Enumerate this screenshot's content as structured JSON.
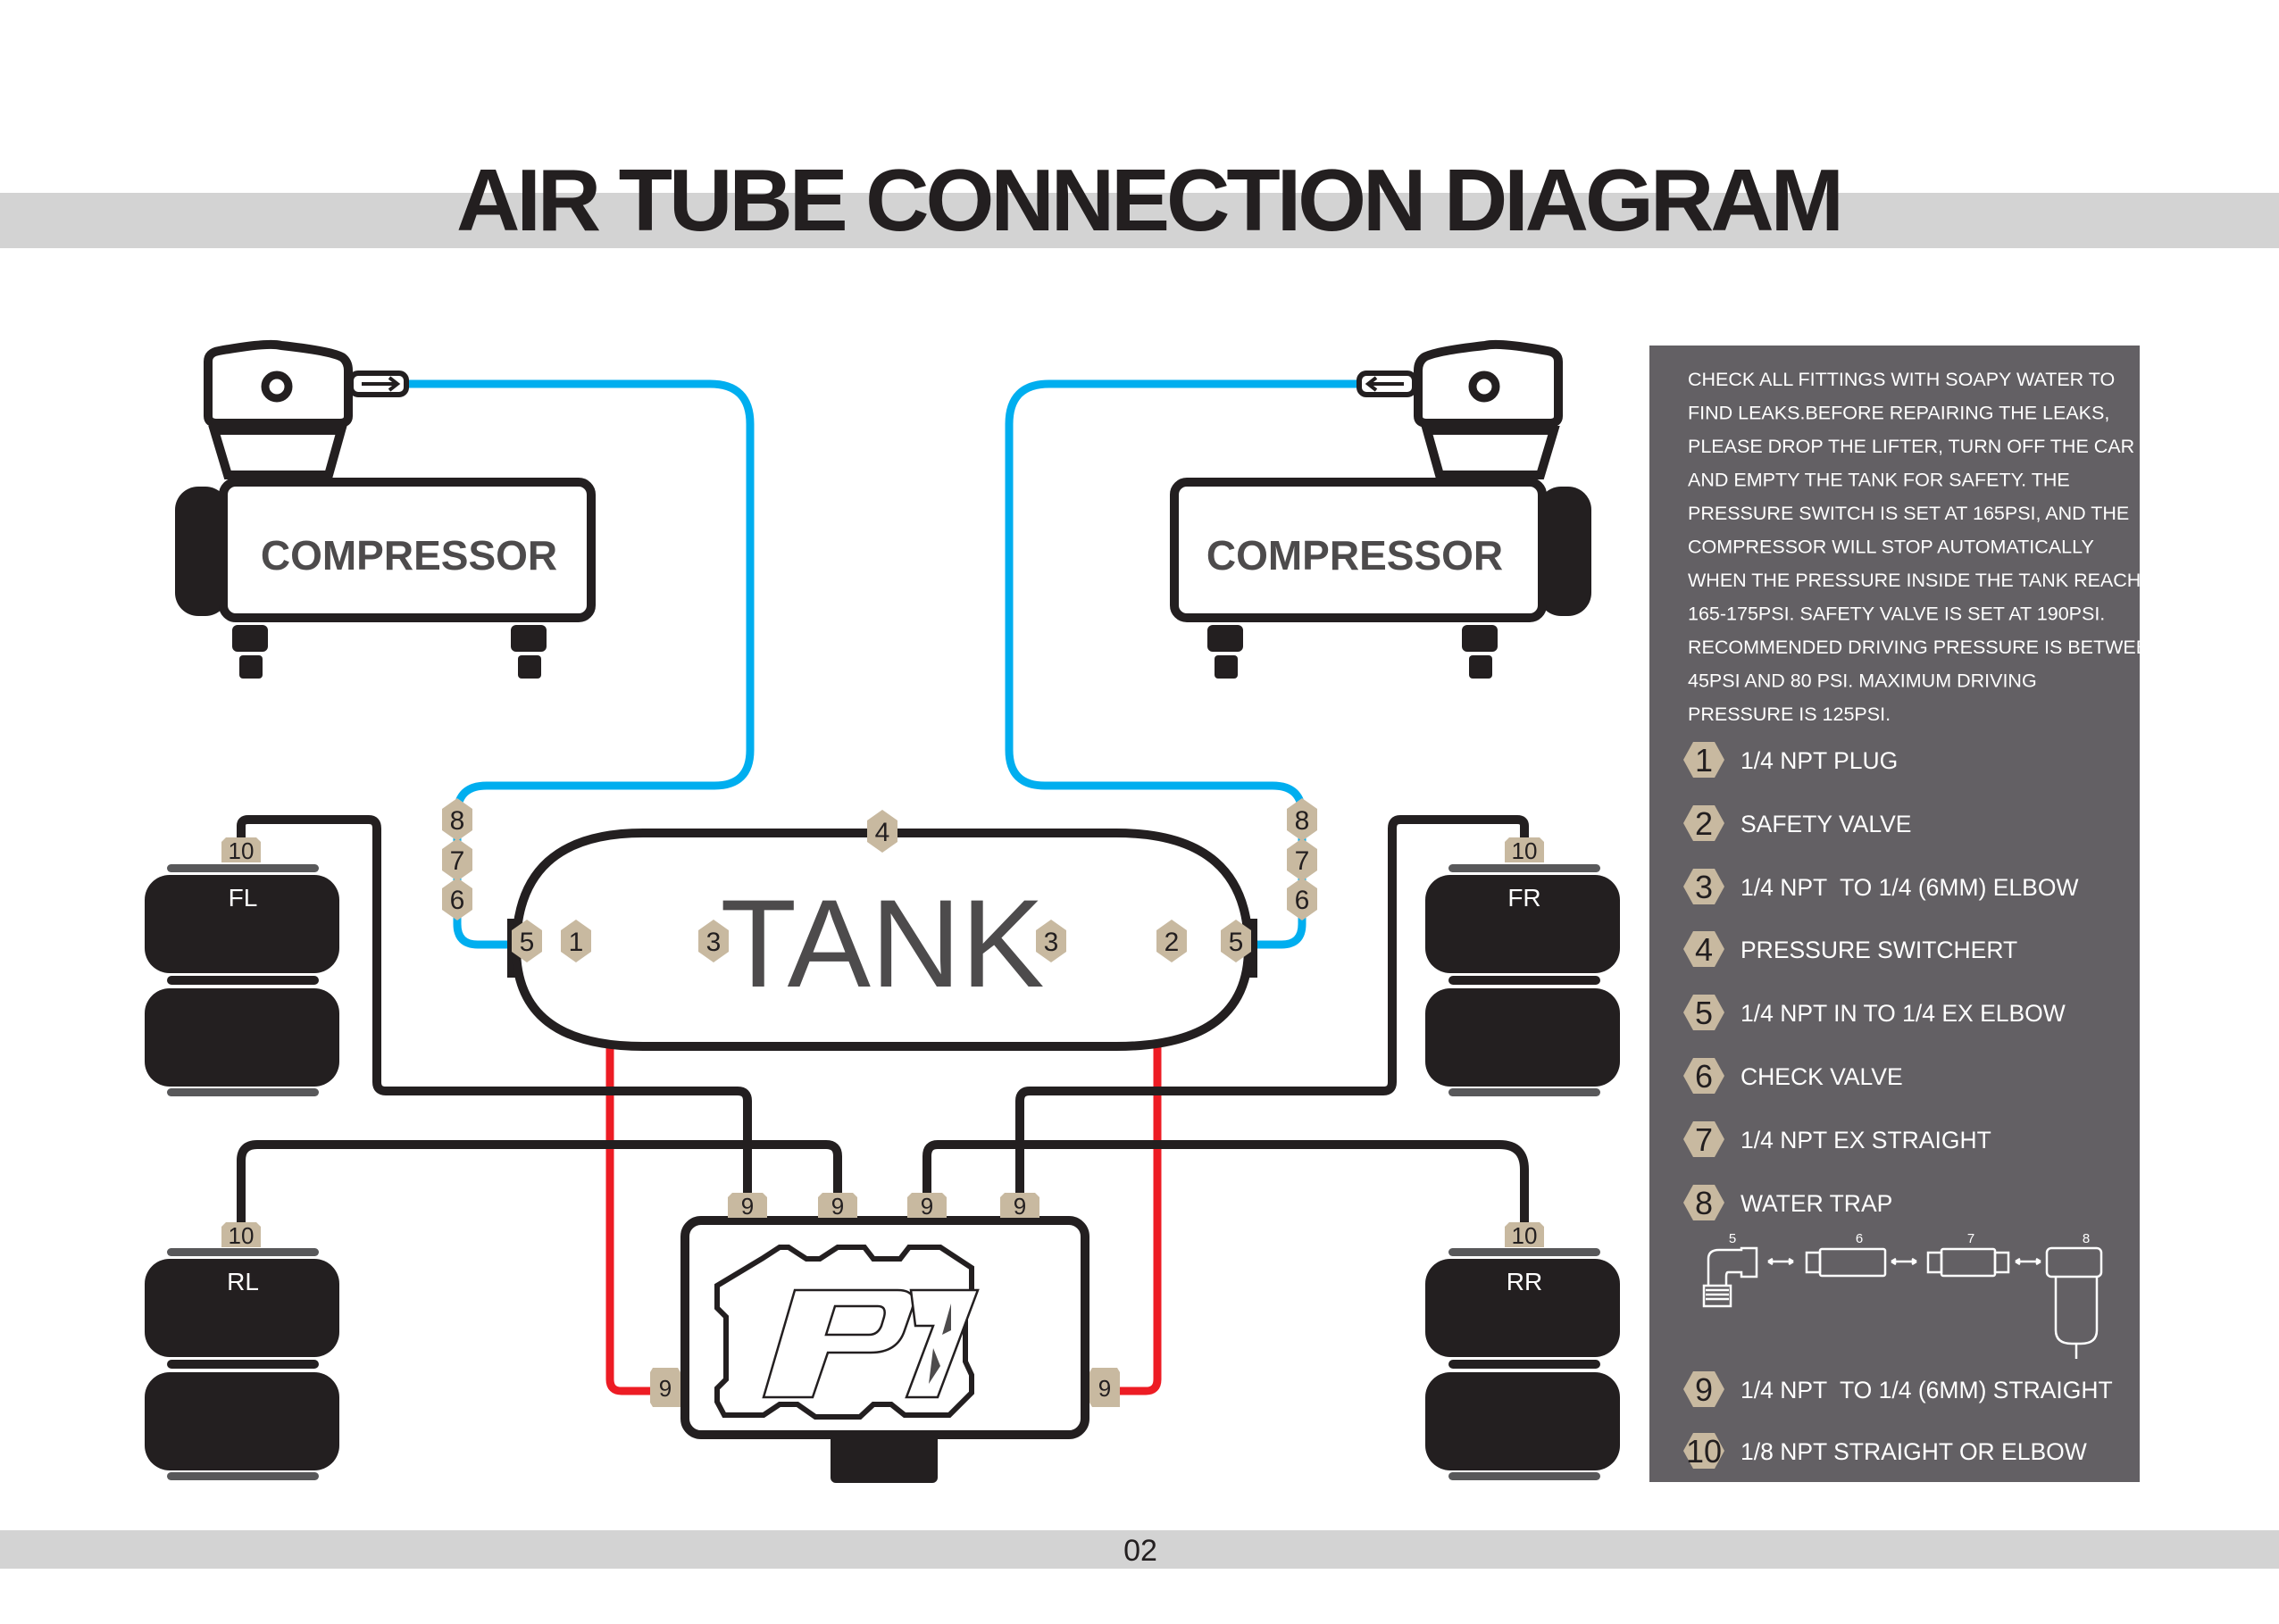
{
  "header": {
    "title": "AIR TUBE CONNECTION DIAGRAM"
  },
  "footer": {
    "page_number": "02"
  },
  "colors": {
    "supply_line": "#00aeef",
    "tank_to_manifold_line": "#ed1c24",
    "bag_line": "#231f20",
    "fitting_tag": "#c8b9a0",
    "panel_bg": "#636064",
    "band_gray": "#d3d3d3"
  },
  "diagram": {
    "compressor_left": {
      "label": "COMPRESSOR"
    },
    "compressor_right": {
      "label": "COMPRESSOR"
    },
    "tank": {
      "label": "TANK"
    },
    "manifold": {
      "label": "P1"
    },
    "bags": {
      "fl": "FL",
      "fr": "FR",
      "rl": "RL",
      "rr": "RR"
    },
    "tags": {
      "left_chain": [
        "8",
        "7",
        "6"
      ],
      "right_chain": [
        "8",
        "7",
        "6"
      ],
      "tank_top": "4",
      "tank_left_elbow": "5",
      "tank_right_elbow": "5",
      "tank_plug": "1",
      "tank_safety": "2",
      "tank_out_left": "3",
      "tank_out_right": "3",
      "manifold_top": [
        "9",
        "9",
        "9",
        "9"
      ],
      "manifold_left": "9",
      "manifold_right": "9",
      "bag_fl": "10",
      "bag_fr": "10",
      "bag_rl": "10",
      "bag_rr": "10"
    }
  },
  "panel": {
    "note_lines": [
      "CHECK ALL FITTINGS WITH SOAPY WATER TO",
      "FIND LEAKS.BEFORE REPAIRING THE LEAKS,",
      "PLEASE DROP THE LIFTER, TURN OFF THE CAR",
      "AND EMPTY THE TANK FOR SAFETY. THE",
      "PRESSURE SWITCH IS SET AT 165PSI, AND THE",
      "COMPRESSOR WILL STOP AUTOMATICALLY",
      "WHEN THE PRESSURE INSIDE THE TANK REACHES",
      "165-175PSI. SAFETY VALVE IS SET AT 190PSI.",
      "RECOMMENDED DRIVING PRESSURE IS BETWEEN",
      "45PSI AND 80 PSI. MAXIMUM DRIVING",
      "PRESSURE IS 125PSI."
    ],
    "legend": [
      {
        "num": "1",
        "text": "1/4 NPT PLUG"
      },
      {
        "num": "2",
        "text": "SAFETY VALVE"
      },
      {
        "num": "3",
        "text": "1/4 NPT  TO 1/4 (6MM) ELBOW"
      },
      {
        "num": "4",
        "text": "PRESSURE SWITCHERT"
      },
      {
        "num": "5",
        "text": "1/4 NPT IN TO 1/4 EX ELBOW"
      },
      {
        "num": "6",
        "text": "CHECK VALVE"
      },
      {
        "num": "7",
        "text": "1/4 NPT EX STRAIGHT"
      },
      {
        "num": "8",
        "text": "WATER TRAP"
      },
      {
        "num": "9",
        "text": "1/4 NPT  TO 1/4 (6MM) STRAIGHT"
      },
      {
        "num": "10",
        "text": "1/8 NPT STRAIGHT OR ELBOW"
      }
    ],
    "fitting_sequence": [
      "5",
      "6",
      "7",
      "8"
    ]
  }
}
